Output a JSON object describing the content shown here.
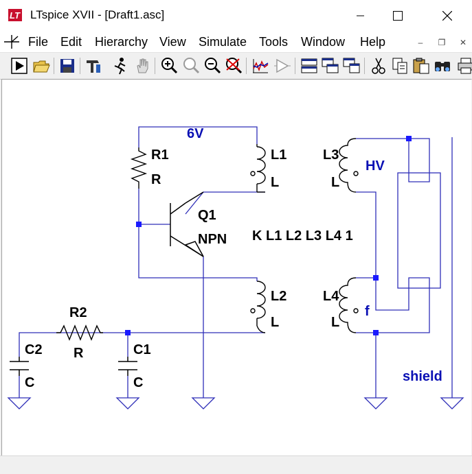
{
  "window": {
    "title": "LTspice XVII - [Draft1.asc]",
    "minimize_glyph": "—",
    "maximize_glyph": "☐",
    "close_glyph": "✕"
  },
  "menu": {
    "items": [
      "File",
      "Edit",
      "Hierarchy",
      "View",
      "Simulate",
      "Tools",
      "Window",
      "Help"
    ],
    "mdi_minimize": "–",
    "mdi_restore": "❐",
    "mdi_close": "✕"
  },
  "toolbar": {
    "icons": [
      "run-icon",
      "open-folder-icon",
      "save-icon",
      "control-panel-icon",
      "halt-icon",
      "pan-hand-icon",
      "zoom-in-icon",
      "zoom-area-icon",
      "zoom-out-icon",
      "zoom-cancel-icon",
      "waveform-icon",
      "symbol-icon",
      "tile-horizontal-icon",
      "cascade-icon",
      "tile-vertical-icon",
      "cut-icon",
      "copy-icon",
      "paste-icon",
      "find-icon",
      "print-icon"
    ]
  },
  "schematic": {
    "wire_color": "#2e2eb8",
    "junction_color": "#1a1aff",
    "net_label_color": "#0a10b4",
    "components": {
      "R1": {
        "name": "R1",
        "value": "R"
      },
      "R2": {
        "name": "R2",
        "value": "R"
      },
      "C1": {
        "name": "C1",
        "value": "C"
      },
      "C2": {
        "name": "C2",
        "value": "C"
      },
      "Q1": {
        "name": "Q1",
        "value": "NPN"
      },
      "L1": {
        "name": "L1",
        "value": "L"
      },
      "L2": {
        "name": "L2",
        "value": "L"
      },
      "L3": {
        "name": "L3",
        "value": "L"
      },
      "L4": {
        "name": "L4",
        "value": "L"
      }
    },
    "net_labels": {
      "supply": "6V",
      "hv": "HV",
      "f": "f",
      "shield": "shield"
    },
    "spice_directive": "K L1 L2 L3 L4 1"
  }
}
